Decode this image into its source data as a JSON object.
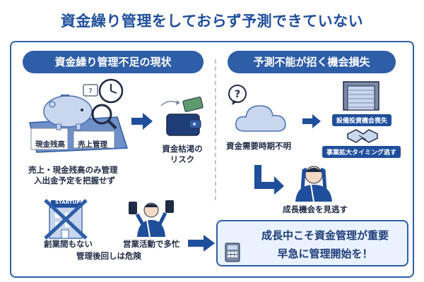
{
  "title": "資金繰り管理をしておらず予測できていない",
  "left_panel": {
    "header": "資金繰り管理不足の現状",
    "paper_label_1": "現金残高",
    "paper_label_2": "売上管理",
    "caption_line1": "売上・現金残高のみ管理",
    "caption_line2": "入出金予定を把握せず",
    "wallet_caption_line1": "資金枯渇の",
    "wallet_caption_line2": "リスク",
    "startup_sign": "STARTUP",
    "startup_caption": "創業間もない",
    "busy_caption": "営業活動で多忙",
    "bottom_caption": "管理後回しは危険"
  },
  "right_panel": {
    "header": "予測不能が招く機会損失",
    "cloud_caption": "資金需要時期不明",
    "tag_equipment": "設備投資機会喪失",
    "tag_expansion": "事業拡大タイミング逃す",
    "person_caption": "成長機会を見逃す"
  },
  "callout": {
    "line1": "成長中こそ資金管理が重要",
    "line2": "早急に管理開始を！"
  },
  "colors": {
    "primary": "#2f5ea8",
    "title": "#1f4e9c",
    "accent_red": "#d63a2f",
    "callout_bg": "#eaf2ff"
  }
}
